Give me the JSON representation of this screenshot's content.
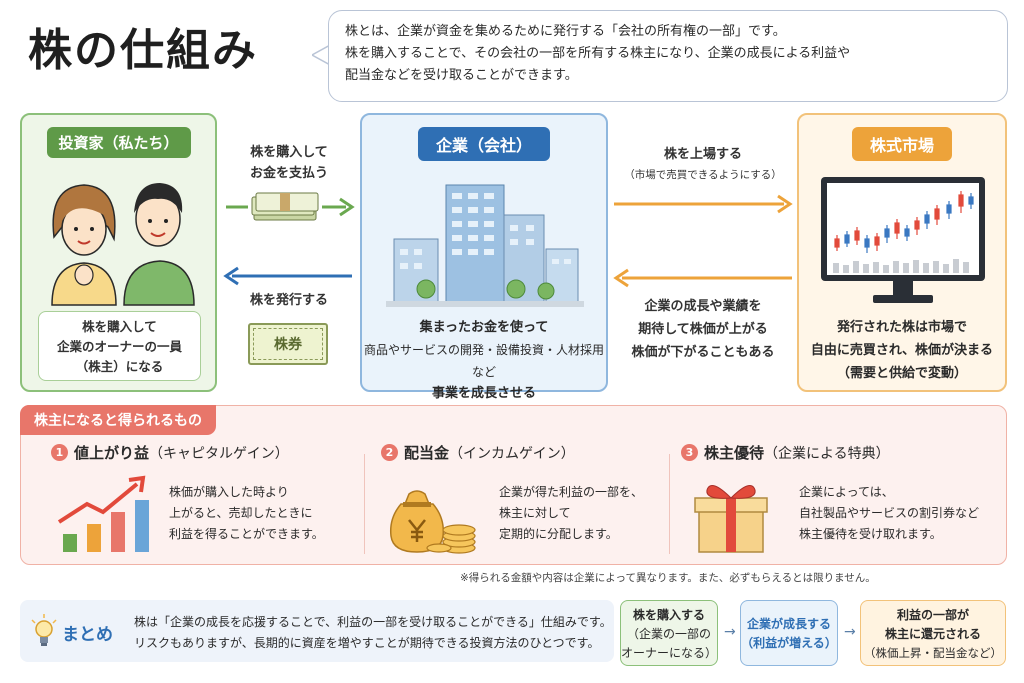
{
  "title": "株の仕組み",
  "intro": {
    "lines": [
      "株とは、企業が資金を集めるために発行する「会社の所有権の一部」です。",
      "株を購入することで、その会社の一部を所有する株主になり、企業の成長による利益や",
      "配当金などを受け取ることができます。"
    ]
  },
  "investor": {
    "tag": "投資家（私たち）",
    "note": [
      "株を購入して",
      "企業のオーナーの一員",
      "（株主）になる"
    ]
  },
  "company": {
    "tag": "企業（会社）",
    "desc": [
      "集まったお金を使って",
      "商品やサービスの開発・設備投資・人材採用など",
      "事業を成長させる"
    ]
  },
  "market": {
    "tag": "株式市場",
    "desc": [
      "発行された株は市場で",
      "自由に売買され、株価が決まる",
      "（需要と供給で変動）"
    ]
  },
  "flows": {
    "buy": [
      "株を購入して",
      "お金を支払う"
    ],
    "issue": "株を発行する",
    "certificate": "株券",
    "list": [
      "株を上場する",
      "（市場で売買できるようにする）"
    ],
    "growth": [
      "企業の成長や業績を",
      "期待して株価が上がる",
      "株価が下がることもある"
    ]
  },
  "benefits": {
    "tag": "株主になると得られるもの",
    "items": [
      {
        "num": "1",
        "title": "値上がり益",
        "sub": "（キャピタルゲイン）",
        "text": [
          "株価が購入した時より",
          "上がると、売却したときに",
          "利益を得ることができます。"
        ],
        "icon": "rising-bars-icon"
      },
      {
        "num": "2",
        "title": "配当金",
        "sub": "（インカムゲイン）",
        "text": [
          "企業が得た利益の一部を、",
          "株主に対して",
          "定期的に分配します。"
        ],
        "icon": "money-bag-icon"
      },
      {
        "num": "3",
        "title": "株主優待",
        "sub": "（企業による特典）",
        "text": [
          "企業によっては、",
          "自社製品やサービスの割引券など",
          "株主優待を受け取れます。"
        ],
        "icon": "gift-box-icon"
      }
    ]
  },
  "footnote": "※得られる金額や内容は企業によって異なります。また、必ずもらえるとは限りません。",
  "summary": {
    "title": "まとめ",
    "text": [
      "株は「企業の成長を応援することで、利益の一部を受け取ることができる」仕組みです。",
      "リスクもありますが、長期的に資産を増やすことが期待できる投資方法のひとつです。"
    ]
  },
  "steps": [
    {
      "lines": [
        "株を購入する",
        "（企業の一部の",
        "オーナーになる）"
      ]
    },
    {
      "lines": [
        "企業が成長する",
        "（利益が増える）"
      ]
    },
    {
      "lines": [
        "利益の一部が",
        "株主に還元される",
        "（株価上昇・配当金など）"
      ]
    }
  ],
  "step_arrow": "→",
  "colors": {
    "green": "#5f9a48",
    "blue": "#2f6fb4",
    "orange": "#eda33a",
    "red": "#e8766a"
  }
}
